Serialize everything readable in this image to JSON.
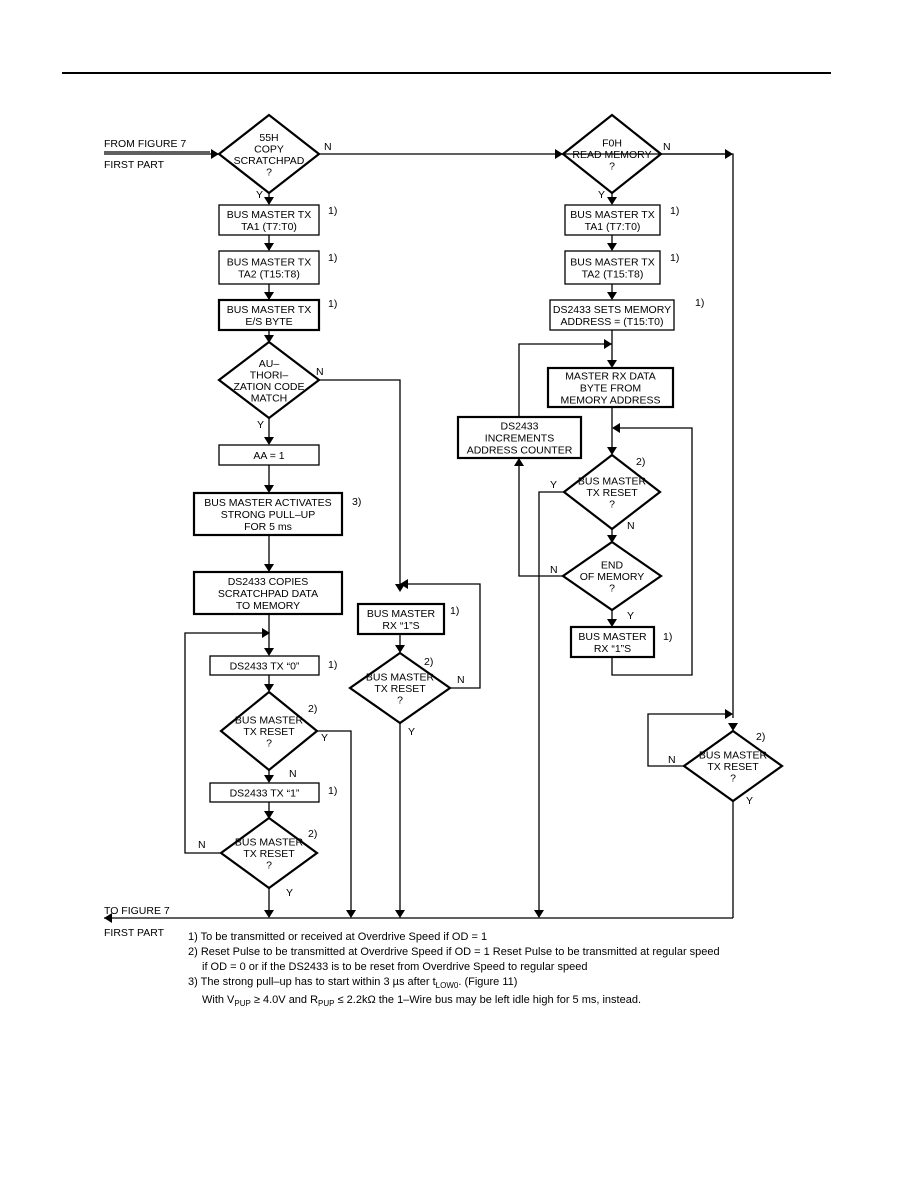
{
  "top_rule": true,
  "connectors": {
    "from_figure": [
      "FROM FIGURE 7",
      "FIRST PART"
    ],
    "to_figure": [
      "TO FIGURE 7",
      "FIRST PART"
    ]
  },
  "left_flow": {
    "copy_decision": [
      "55H",
      "COPY",
      "SCRATCHPAD",
      "?"
    ],
    "tx_ta1": [
      "BUS MASTER TX",
      "TA1 (T7:T0)"
    ],
    "tx_ta2": [
      "BUS MASTER TX",
      "TA2 (T15:T8)"
    ],
    "tx_es": [
      "BUS MASTER TX",
      "E/S BYTE"
    ],
    "auth_decision": [
      "AU–",
      "THORI–",
      "ZATION CODE",
      "MATCH"
    ],
    "aa": "AA = 1",
    "pullup": [
      "BUS MASTER ACTIVATES",
      "STRONG PULL–UP",
      "FOR 5 ms"
    ],
    "copies": [
      "DS2433 COPIES",
      "SCRATCHPAD DATA",
      "TO MEMORY"
    ],
    "tx0": "DS2433 TX “0”",
    "reset1": [
      "BUS MASTER",
      "TX RESET",
      "?"
    ],
    "tx1": "DS2433 TX “1”",
    "reset2": [
      "BUS MASTER",
      "TX RESET",
      "?"
    ],
    "rx1s": [
      "BUS MASTER",
      "RX “1”S"
    ],
    "reset3": [
      "BUS MASTER",
      "TX RESET",
      "?"
    ]
  },
  "right_flow": {
    "read_decision": [
      "F0H",
      "READ MEMORY",
      "?"
    ],
    "tx_ta1": [
      "BUS MASTER TX",
      "TA1 (T7:T0)"
    ],
    "tx_ta2": [
      "BUS MASTER TX",
      "TA2 (T15:T8)"
    ],
    "sets_addr": [
      "DS2433 SETS MEMORY",
      "ADDRESS = (T15:T0)"
    ],
    "rx_data": [
      "MASTER RX DATA",
      "BYTE FROM",
      "MEMORY ADDRESS"
    ],
    "increments": [
      "DS2433",
      "INCREMENTS",
      "ADDRESS COUNTER"
    ],
    "reset": [
      "BUS MASTER",
      "TX RESET",
      "?"
    ],
    "end_mem": [
      "END",
      "OF MEMORY",
      "?"
    ],
    "rx1s": [
      "BUS MASTER",
      "RX “1”S"
    ],
    "far_reset": [
      "BUS MASTER",
      "TX RESET",
      "?"
    ]
  },
  "labels": {
    "yes": "Y",
    "no": "N",
    "n1": "1)",
    "n2": "2)",
    "n3": "3)"
  },
  "notes": {
    "n1": "1) To be transmitted or received at Overdrive Speed if OD = 1",
    "n2a": "2) Reset Pulse to be transmitted at Overdrive Speed if OD = 1 Reset Pulse to be transmitted at regular speed",
    "n2b": "if OD = 0 or if the DS2433 is to be reset from Overdrive Speed to regular speed",
    "n3a_pre": "3) The strong pull–up has to start within 3 µs after t",
    "n3a_sub": "LOW0",
    "n3a_post": ". (Figure 11)",
    "n3b_p1": "With V",
    "n3b_s1": "PUP",
    "n3b_p2": " ≥ 4.0V and R",
    "n3b_s2": "PUP",
    "n3b_p3": " ≤ 2.2kΩ the 1–Wire bus may be left idle high for 5 ms, instead."
  }
}
